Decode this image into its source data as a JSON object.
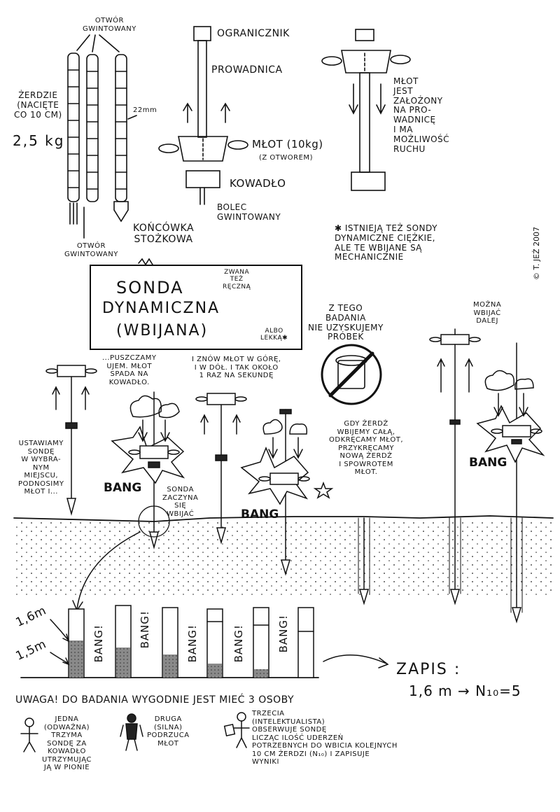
{
  "parts": {
    "otwor_top": "OTWÓR\nGWINTOWANY",
    "zerdzie": "ŻERDZIE\n(NACIĘTE\nCO 10 cm)",
    "weight": "2,5 kg",
    "diameter": "22mm",
    "otwor_bottom": "OTWÓR\nGWINTOWANY",
    "koncowka": "KOŃCÓWKA\nSTOŻKOWA",
    "ogranicznik": "OGRANICZNIK",
    "prowadnica": "PROWADNICA",
    "mlot": "MŁOT (10kg)",
    "mlot_sub": "(Z OTWOREM)",
    "kowadlo": "KOWADŁO",
    "bolec": "BOLEC\nGWINTOWANY",
    "mlot_note": "MŁOT\nJEST\nZAŁOŻONY\nNA PRO-\nWADNICĘ\nI MA\nMOŻLIWOŚĆ\nRUCHU"
  },
  "note_heavy": "✱ ISTNIEJĄ TEŻ SONDY\nDYNAMICZNE CIĘŻKIE,\nALE TE WBIJANE SĄ\nMECHANICZNIE",
  "signature": "© T. JEŻ 2007",
  "title": {
    "line1": "SONDA",
    "line2": "DYNAMICZNA",
    "line3": "(WBIJANA)",
    "called": "ZWANA\nTEŻ\nRĘCZNĄ",
    "light": "ALBO\nLEKKĄ✱"
  },
  "no_samples": "Z TEGO\nBADANIA\nNIE UZYSKUJEMY\nPRÓBEK",
  "steps": {
    "s1": "USTAWIAMY\nSONDĘ\nW WYBRA-\nNYM\nMIEJSCU,\nPODNOSIMY\nMŁOT I...",
    "s2": "...PUSZCZAMY\nUJEM. MŁOT\nSPADA NA\nKOWADŁO.",
    "s3": "I ZNÓW MŁOT W GÓRĘ,\nI W DÓŁ. I TAK OKOŁO\n1 RAZ NA SEKUNDĘ",
    "s3b": "SONDA\nZACZYNA\nSIĘ\nWBIJAĆ",
    "s4": "GDY ŻERDŹ\nWBIJEMY CAŁĄ,\nODKRĘCAMY MŁOT,\nPRZYKRĘCAMY\nNOWĄ ŻERDŹ\nI SPOWROTEM\nMŁOT.",
    "s5": "MOŻNA\nWBIJAĆ\nDALEJ",
    "bang": "BANG"
  },
  "record": {
    "depth1": "1,6m",
    "depth2": "1,5m",
    "bang_vertical": "BANG!",
    "zapis": "ZAPIS :",
    "formula": "1,6 m → N₁₀=5"
  },
  "warning": "UWAGA! DO BADANIA WYGODNIE JEST MIEĆ 3 OSOBY",
  "people": {
    "p1": "JEDNA\n(ODWAŻNA)\nTRZYMA\nSONDĘ ZA\nKOWADŁO\nUTRZYMUJĄC\nJĄ W PIONIE",
    "p2": "DRUGA\n(SILNA)\nPODRZUCA\nMŁOT",
    "p3": "TRZECIA\n(INTELEKTUALISTA)\nOBSERWUJE SONDĘ\nLICZĄC ILOŚĆ UDERZEŃ\nPOTRZEBNYCH DO WBICIA KOLEJNYCH\n10 cm ŻERDZI (N₁₀) I ZAPISUJE\nWYNIKI"
  }
}
